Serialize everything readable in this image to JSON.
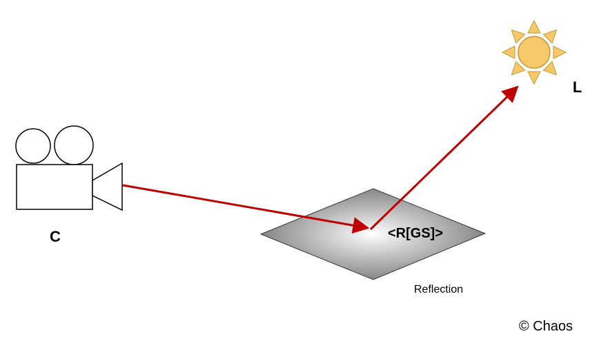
{
  "camera": {
    "label": "C",
    "icon": "camera-icon"
  },
  "light": {
    "label": "L",
    "icon": "sun-icon",
    "fill_color": "#F5C96A",
    "stroke_color": "#C9962E"
  },
  "surface": {
    "label": "<R[GS]>",
    "caption": "Reflection",
    "shade_dark": "#6e6e6e",
    "shade_light": "#ffffff"
  },
  "rays": {
    "color": "#C00000"
  },
  "copyright": "© Chaos"
}
